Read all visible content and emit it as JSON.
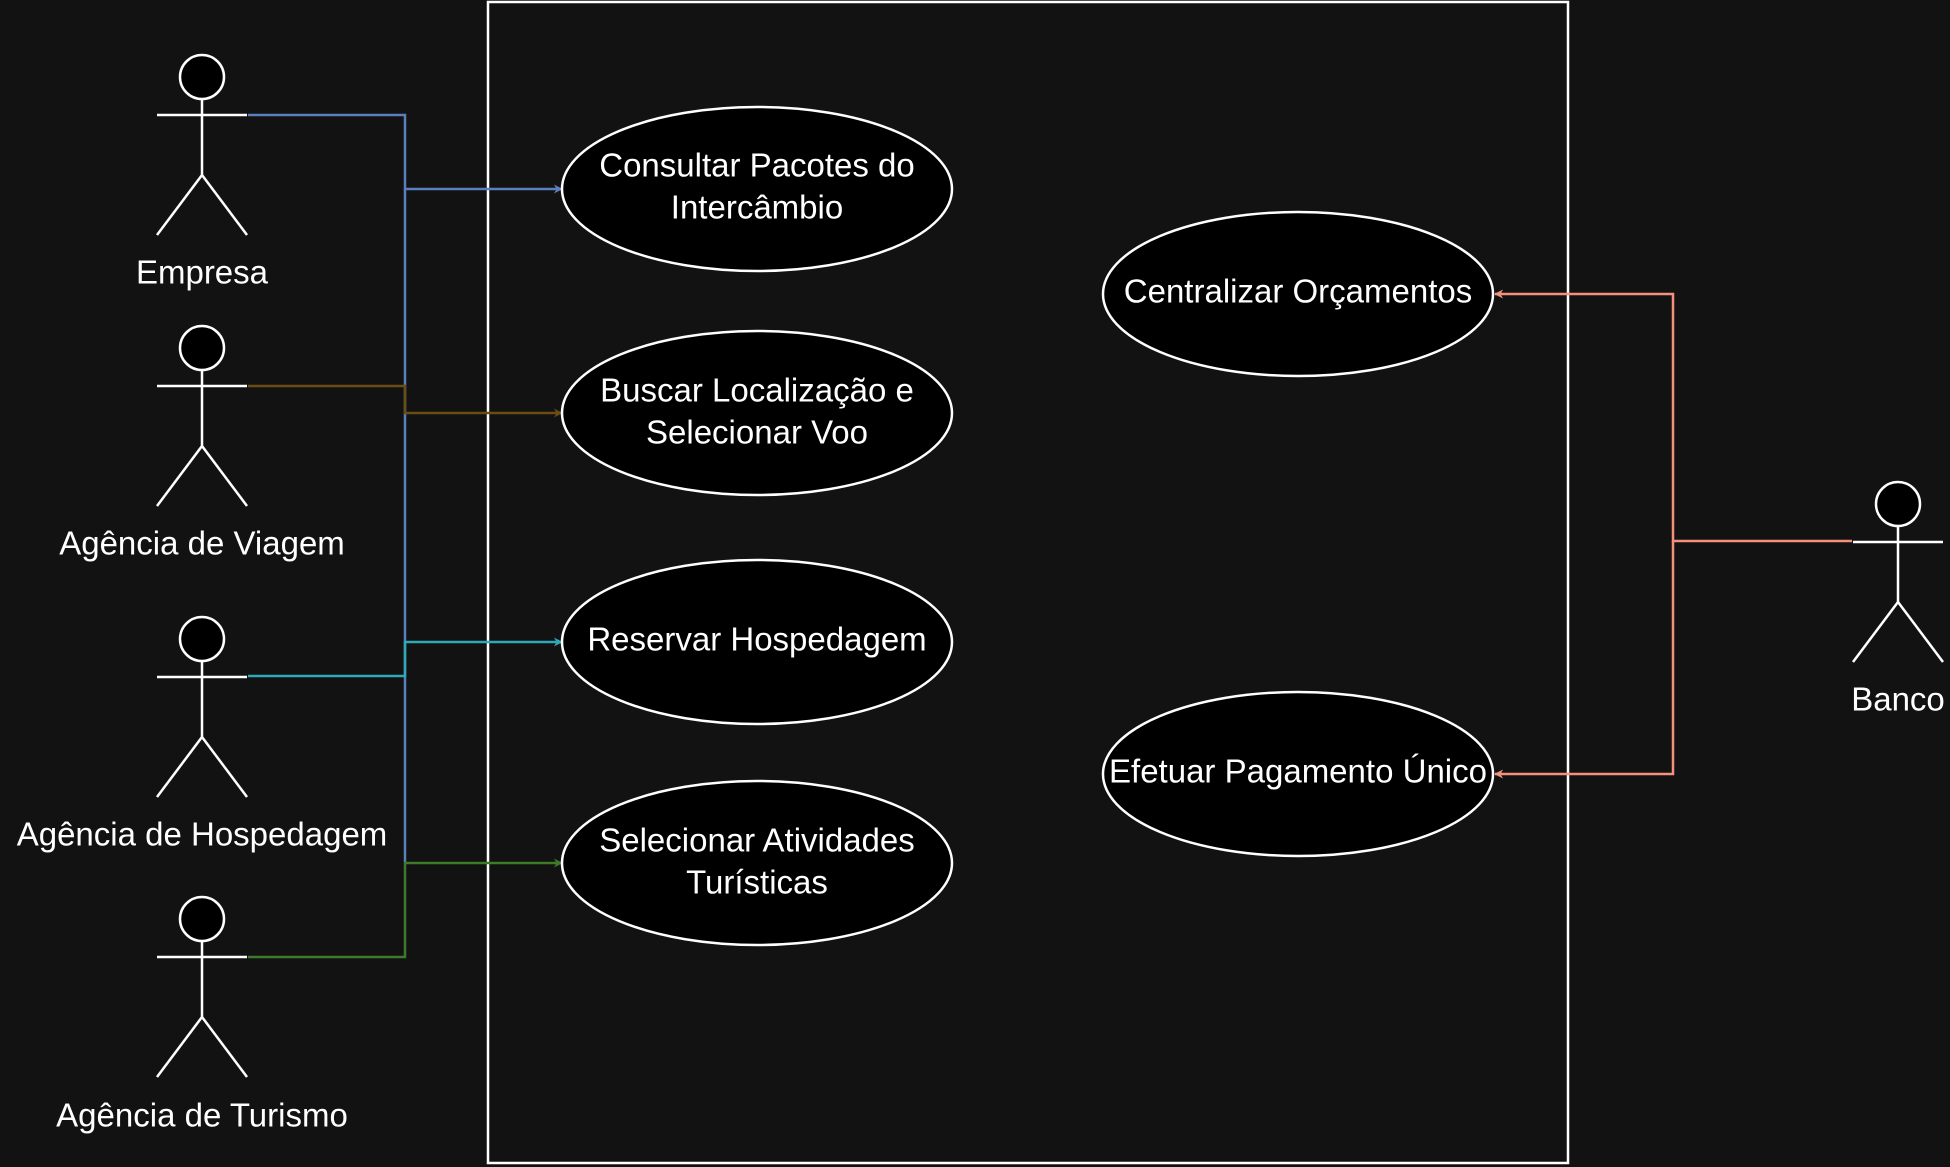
{
  "diagram": {
    "actors": {
      "empresa": {
        "name": "Empresa"
      },
      "agencia_viagem": {
        "name": "Agência de Viagem"
      },
      "agencia_hospedagem": {
        "name": "Agência de Hospedagem"
      },
      "agencia_turismo": {
        "name": "Agência de Turismo"
      },
      "banco": {
        "name": "Banco"
      }
    },
    "use_cases": {
      "consultar": {
        "line1": "Consultar Pacotes do",
        "line2": "Intercâmbio"
      },
      "buscar": {
        "line1": "Buscar Localização e",
        "line2": "Selecionar Voo"
      },
      "reservar": {
        "label": "Reservar Hospedagem"
      },
      "selecionar": {
        "line1": "Selecionar Atividades",
        "line2": "Turísticas"
      },
      "centralizar": {
        "label": "Centralizar Orçamentos"
      },
      "efetuar": {
        "label": "Efetuar Pagamento Único"
      }
    },
    "connections": [
      {
        "from": "Empresa",
        "to": "Consultar Pacotes do Intercâmbio",
        "color": "#5b7fbd"
      },
      {
        "from": "Agência de Viagem",
        "to": "Buscar Localização e Selecionar Voo",
        "color": "#6b4c14"
      },
      {
        "from": "Agência de Hospedagem",
        "to": "Reservar Hospedagem",
        "color": "#2fa8b8"
      },
      {
        "from": "Agência de Turismo",
        "to": "Selecionar Atividades Turísticas",
        "color": "#3d7a2a"
      },
      {
        "from": "Banco",
        "to": "Centralizar Orçamentos",
        "color": "#f4907c"
      },
      {
        "from": "Banco",
        "to": "Efetuar Pagamento Único",
        "color": "#f4907c"
      }
    ]
  }
}
